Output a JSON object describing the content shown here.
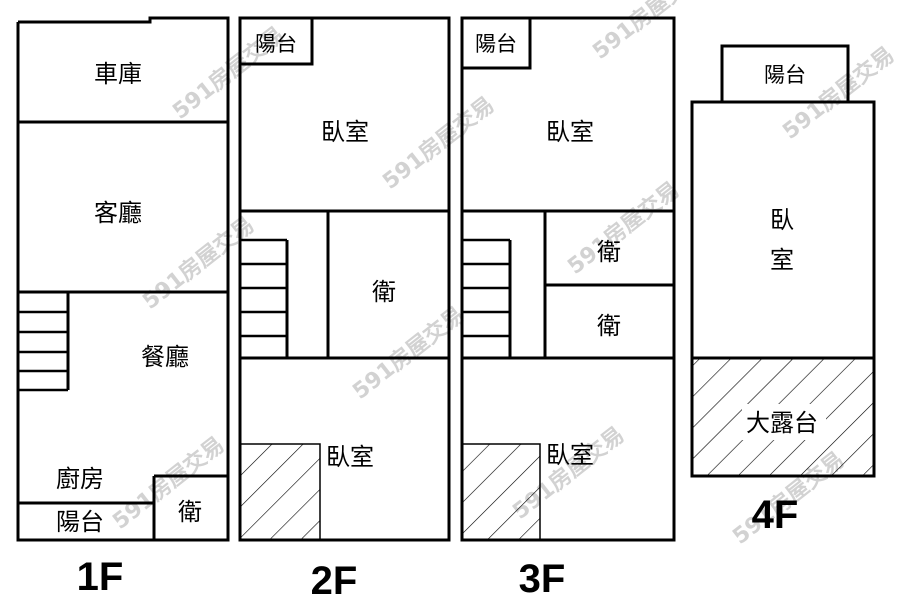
{
  "floors": {
    "f1": {
      "label": "1F",
      "rooms": {
        "garage": "車庫",
        "living": "客廳",
        "dining": "餐廳",
        "kitchen": "廚房",
        "balcony": "陽台",
        "bath": "衛"
      }
    },
    "f2": {
      "label": "2F",
      "rooms": {
        "balcony": "陽台",
        "bedroom_a": "臥室",
        "bath": "衛",
        "bedroom_b": "臥室"
      }
    },
    "f3": {
      "label": "3F",
      "rooms": {
        "balcony": "陽台",
        "bedroom_a": "臥室",
        "bath_a": "衛",
        "bath_b": "衛",
        "bedroom_b": "臥室"
      }
    },
    "f4": {
      "label": "4F",
      "rooms": {
        "balcony": "陽台",
        "bedroom_line1": "臥",
        "bedroom_line2": "室",
        "terrace": "大露台"
      }
    }
  },
  "watermark": "591房屋交易"
}
